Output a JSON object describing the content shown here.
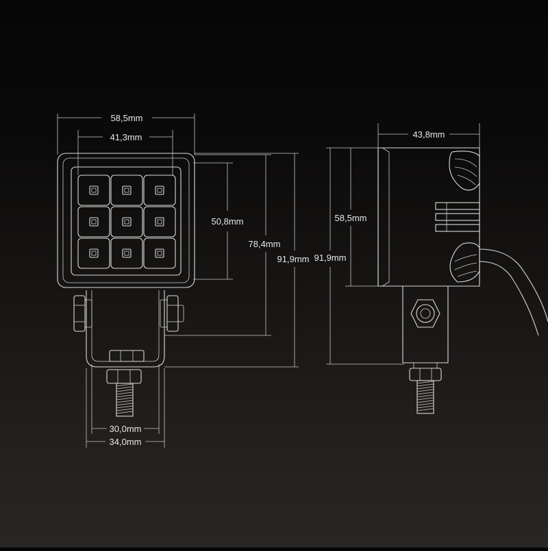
{
  "dimensions": {
    "front_width_outer": "58,5mm",
    "front_width_inner": "41,3mm",
    "front_lens_height": "50,8mm",
    "front_height_body_bracket": "78,4mm",
    "front_height_total": "91,9mm",
    "bracket_inner_width": "30,0mm",
    "bracket_outer_width": "34,0mm",
    "side_height_total": "91,9mm",
    "side_body_height": "58,5mm",
    "side_depth": "43,8mm"
  },
  "colors": {
    "line": "#dcdcdc",
    "background_top": "#060606",
    "background_bottom": "#2a2624"
  },
  "led_grid": {
    "rows": 3,
    "cols": 3
  }
}
